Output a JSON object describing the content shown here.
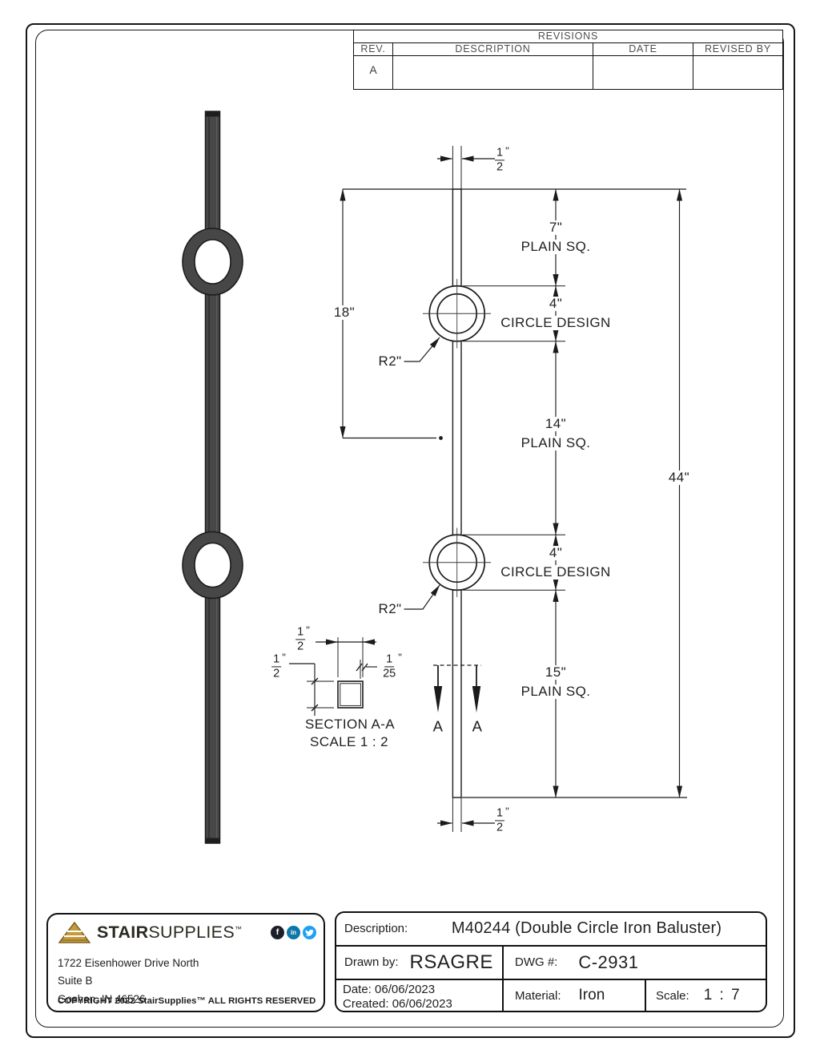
{
  "colors": {
    "line": "#1b1b1b",
    "logo_gold": "#c49a3c",
    "logo_text": "#2b2a20",
    "facebook": "#1b1f2a",
    "linkedin": "#0e76a8",
    "twitter": "#1da1f2"
  },
  "revisions": {
    "title": "REVISIONS",
    "columns": [
      "REV.",
      "DESCRIPTION",
      "DATE",
      "REVISED BY"
    ],
    "rows": [
      {
        "rev": "A",
        "description": "",
        "date": "",
        "revised_by": ""
      }
    ]
  },
  "drawing": {
    "dims": {
      "top_width": {
        "num": "1",
        "den": "2",
        "unit": "\""
      },
      "bottom_width": {
        "num": "1",
        "den": "2",
        "unit": "\""
      },
      "plain_top": {
        "value": "7\"",
        "label": "PLAIN SQ."
      },
      "circle_top": {
        "value": "4\"",
        "label": "CIRCLE DESIGN",
        "radius": "R2\""
      },
      "plain_mid": {
        "value": "14\"",
        "label": "PLAIN SQ."
      },
      "circle_bottom": {
        "value": "4\"",
        "label": "CIRCLE DESIGN",
        "radius": "R2\""
      },
      "plain_bottom": {
        "value": "15\"",
        "label": "PLAIN SQ."
      },
      "upper_span": "18\"",
      "total_length": "44\""
    },
    "section": {
      "title": "SECTION A-A",
      "scale": "SCALE 1 : 2",
      "width": {
        "num": "1",
        "den": "2",
        "unit": "\""
      },
      "height": {
        "num": "1",
        "den": "2",
        "unit": "\""
      },
      "thickness": {
        "num": "1",
        "den": "25",
        "unit": "\""
      },
      "cut_label_left": "A",
      "cut_label_right": "A"
    }
  },
  "title_block": {
    "logo": {
      "brand_bold": "STAIR",
      "brand_light": "SUPPLIES",
      "trademark": "™"
    },
    "social": {
      "facebook_glyph": "f",
      "linkedin_glyph": "in"
    },
    "address_lines": [
      "1722 Eisenhower Drive North",
      "Suite B",
      "Goshen, IN 46526"
    ],
    "copyright": "COPYRIGHT 2022 StairSupplies™ ALL RIGHTS RESERVED",
    "description": {
      "label": "Description:",
      "value": "M40244 (Double Circle Iron Baluster)"
    },
    "drawn_by": {
      "label": "Drawn by:",
      "value": "RSAGRE"
    },
    "dwg": {
      "label": "DWG #:",
      "value": "C-2931"
    },
    "date": {
      "label": "Date:",
      "value": "06/06/2023"
    },
    "created": {
      "label": "Created:",
      "value": "06/06/2023"
    },
    "material": {
      "label": "Material:",
      "value": "Iron"
    },
    "scale": {
      "label": "Scale:",
      "value": "1 : 7"
    }
  }
}
